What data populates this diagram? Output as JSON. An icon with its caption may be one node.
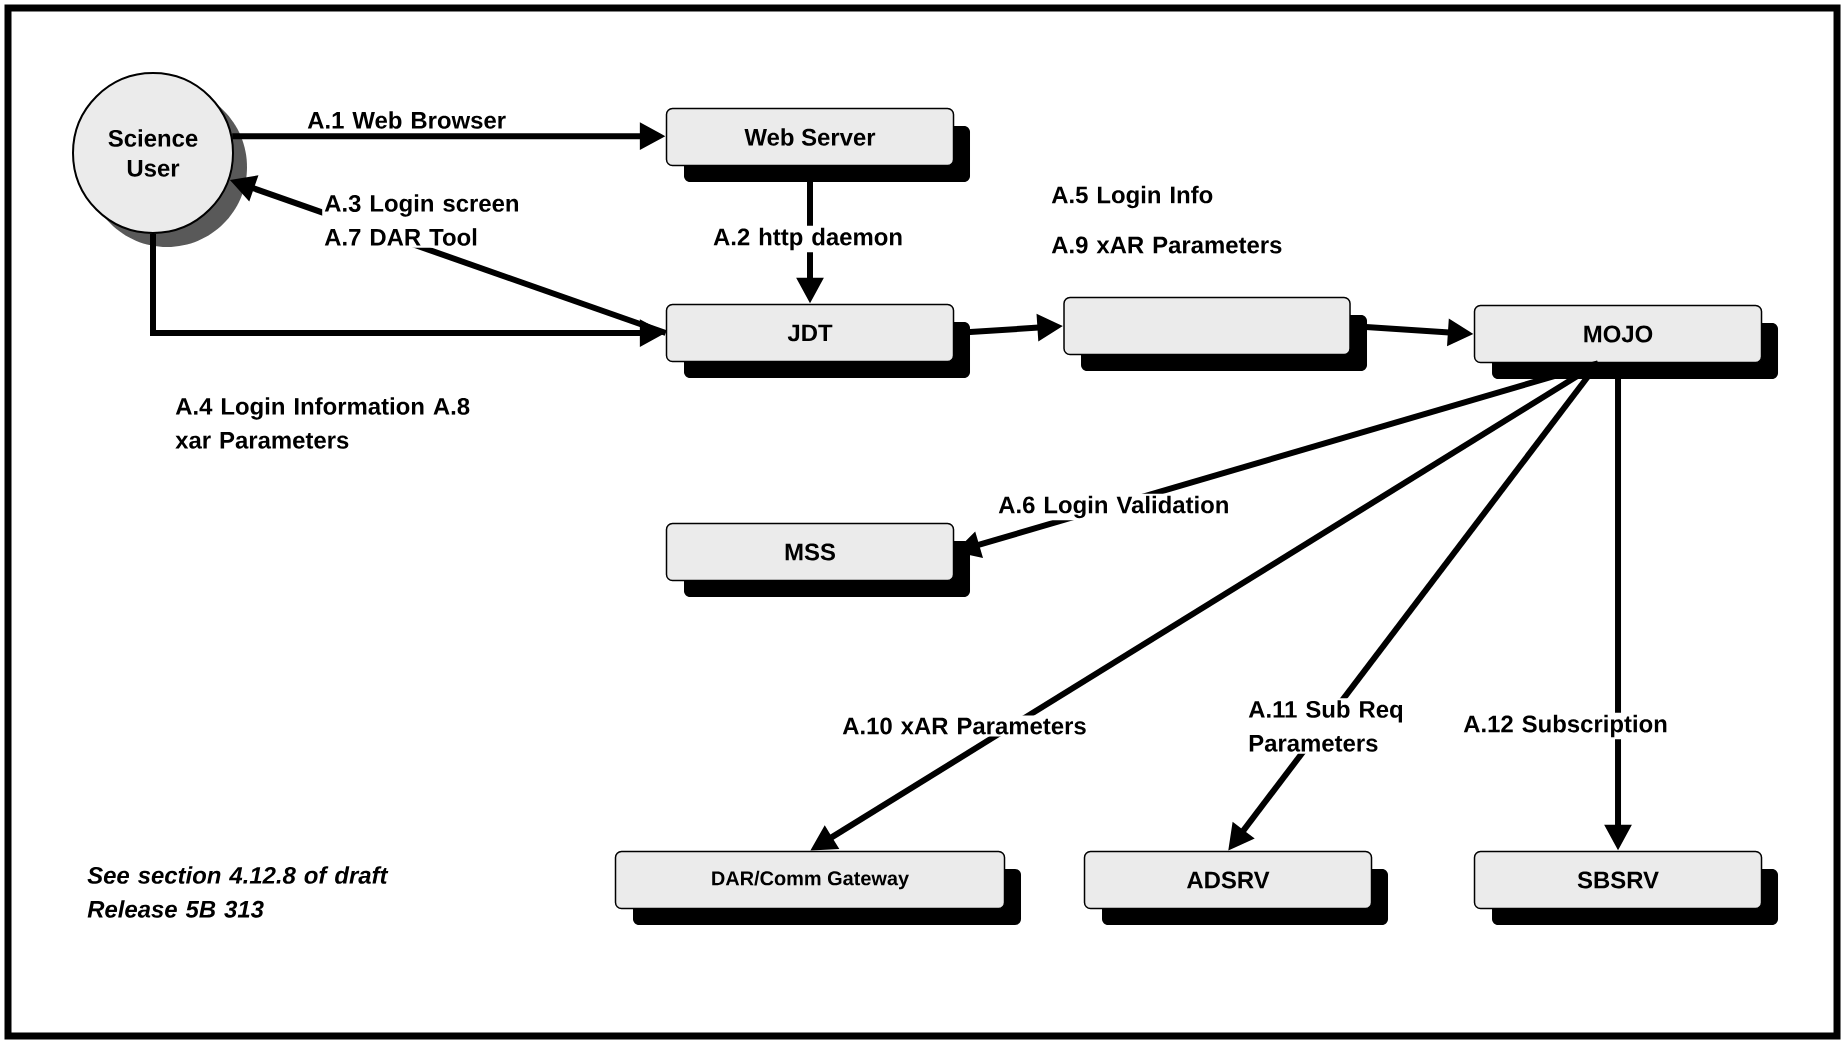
{
  "diagram": {
    "nodes": [
      {
        "text": [
          "Science User"
        ]
      },
      {
        "text": [
          "Web Server"
        ]
      },
      {
        "text": [
          "JDT"
        ]
      },
      {
        "text": [],
        "shape": "box"
      },
      {
        "text": [
          "MOJO"
        ]
      },
      {
        "text": [
          "MSS"
        ]
      },
      {
        "text": [
          "DAR/Comm Gateway"
        ]
      },
      {
        "text": [
          "ADSRV"
        ]
      },
      {
        "text": [
          "SBSRV"
        ]
      }
    ],
    "edges": [
      {
        "from": 0,
        "to": 1,
        "arrow": "to",
        "label": "A.1 Web Browser"
      },
      {
        "from": 1,
        "to": 2,
        "arrow": "to",
        "label": "A.2 http daemon"
      },
      {
        "from": 2,
        "to": 0,
        "arrow": "to",
        "label": "A.3 Login screen A.7 DAR Tool"
      },
      {
        "from": 0,
        "to": 2,
        "arrow": "to",
        "label": "A.4 Login Information A.8 xar Parameters"
      },
      {
        "from": 2,
        "to": 3,
        "arrow": "to"
      },
      {
        "from": 3,
        "to": 4,
        "arrow": "to"
      },
      {
        "from": 4,
        "to": 5,
        "arrow": "to",
        "label": "A.6 Login Validation"
      },
      {
        "from": 4,
        "to": 6,
        "arrow": "to",
        "label": "A.10 xAR Parameters"
      },
      {
        "from": 4,
        "to": 7,
        "arrow": "to",
        "label": "A.11 Sub Req Parameters"
      },
      {
        "from": 4,
        "to": 8,
        "arrow": "to",
        "label": "A.12 Subscription"
      }
    ],
    "labels": [
      "A.5 Login Info",
      "A.9 xAR Parameters",
      "See section 4.12.8 of draft Release 5B 313"
    ]
  }
}
